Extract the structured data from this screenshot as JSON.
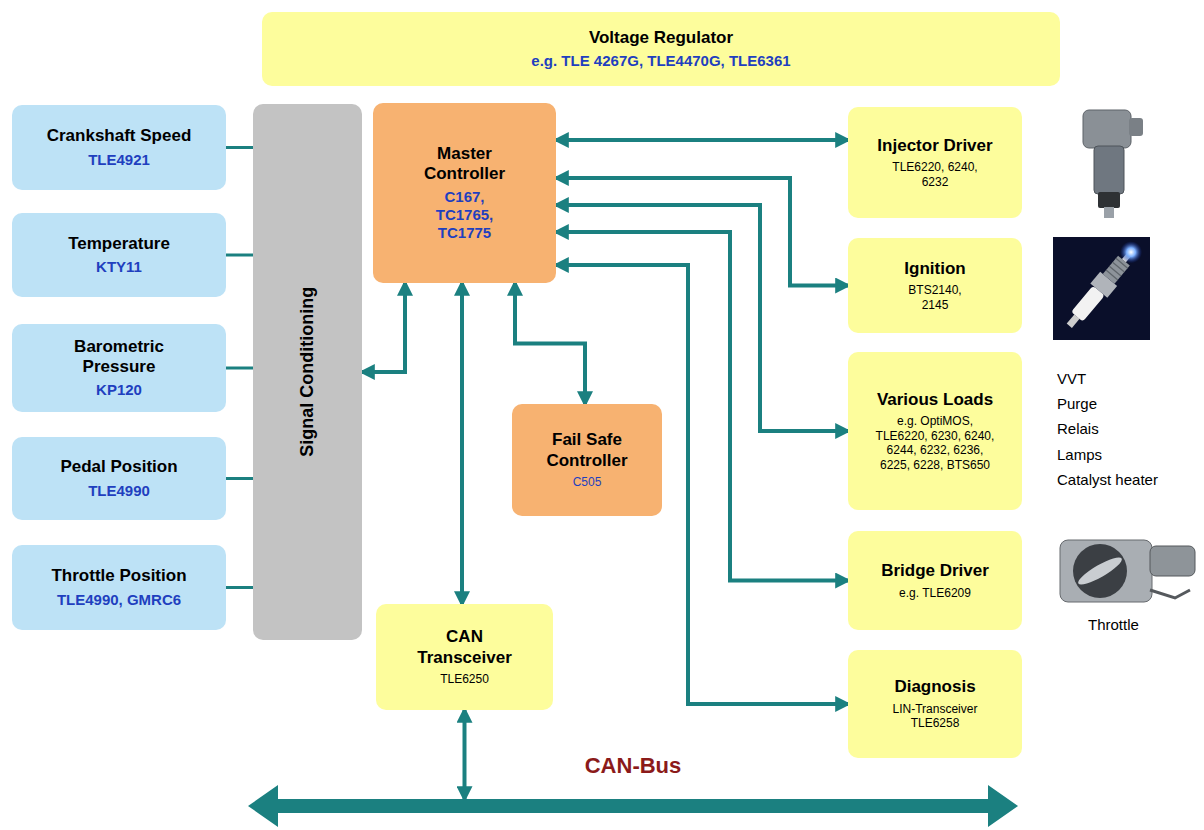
{
  "diagram": {
    "nodes": [
      {
        "text": [
          "Voltage Regulator",
          "e.g. TLE 4267G, TLE4470G, TLE6361"
        ]
      },
      {
        "text": [
          "Crankshaft Speed",
          "TLE4921"
        ]
      },
      {
        "text": [
          "Temperature",
          "KTY11"
        ]
      },
      {
        "text": [
          "Barometric Pressure",
          "KP120"
        ]
      },
      {
        "text": [
          "Pedal Position",
          "TLE4990"
        ]
      },
      {
        "text": [
          "Throttle Position",
          "TLE4990, GMRC6"
        ]
      },
      {
        "text": [
          "Signal Conditioning"
        ]
      },
      {
        "text": [
          "Master Controller",
          "C167, TC1765, TC1775"
        ]
      },
      {
        "text": [
          "Fail Safe Controller",
          "C505"
        ]
      },
      {
        "text": [
          "CAN Transceiver",
          "TLE6250"
        ]
      },
      {
        "text": [
          "Injector Driver",
          "TLE6220, 6240, 6232"
        ]
      },
      {
        "text": [
          "Ignition",
          "BTS2140, 2145"
        ]
      },
      {
        "text": [
          "Various Loads",
          "e.g. OptiMOS, TLE6220, 6230, 6240, 6244, 6232, 6236, 6225, 6228, BTS650"
        ]
      },
      {
        "text": [
          "Bridge Driver",
          "e.g. TLE6209"
        ]
      },
      {
        "text": [
          "Diagnosis",
          "LIN-Transceiver TLE6258"
        ]
      },
      {
        "text": [
          "CAN-Bus"
        ]
      }
    ],
    "edges": [
      {
        "from": 1,
        "to": 6,
        "arrow": "none"
      },
      {
        "from": 2,
        "to": 6,
        "arrow": "none"
      },
      {
        "from": 3,
        "to": 6,
        "arrow": "none"
      },
      {
        "from": 4,
        "to": 6,
        "arrow": "none"
      },
      {
        "from": 5,
        "to": 6,
        "arrow": "none"
      },
      {
        "from": 7,
        "to": 6,
        "arrow": "both"
      },
      {
        "from": 7,
        "to": 8,
        "arrow": "both"
      },
      {
        "from": 7,
        "to": 9,
        "arrow": "both"
      },
      {
        "from": 9,
        "to": 15,
        "arrow": "both"
      },
      {
        "from": 7,
        "to": 10,
        "arrow": "both"
      },
      {
        "from": 7,
        "to": 11,
        "arrow": "both"
      },
      {
        "from": 7,
        "to": 12,
        "arrow": "both"
      },
      {
        "from": 7,
        "to": 13,
        "arrow": "both"
      },
      {
        "from": 7,
        "to": 14,
        "arrow": "both"
      }
    ],
    "labels": [
      "VVT",
      "Purge",
      "Relais",
      "Lamps",
      "Catalyst heater",
      "Throttle"
    ]
  }
}
